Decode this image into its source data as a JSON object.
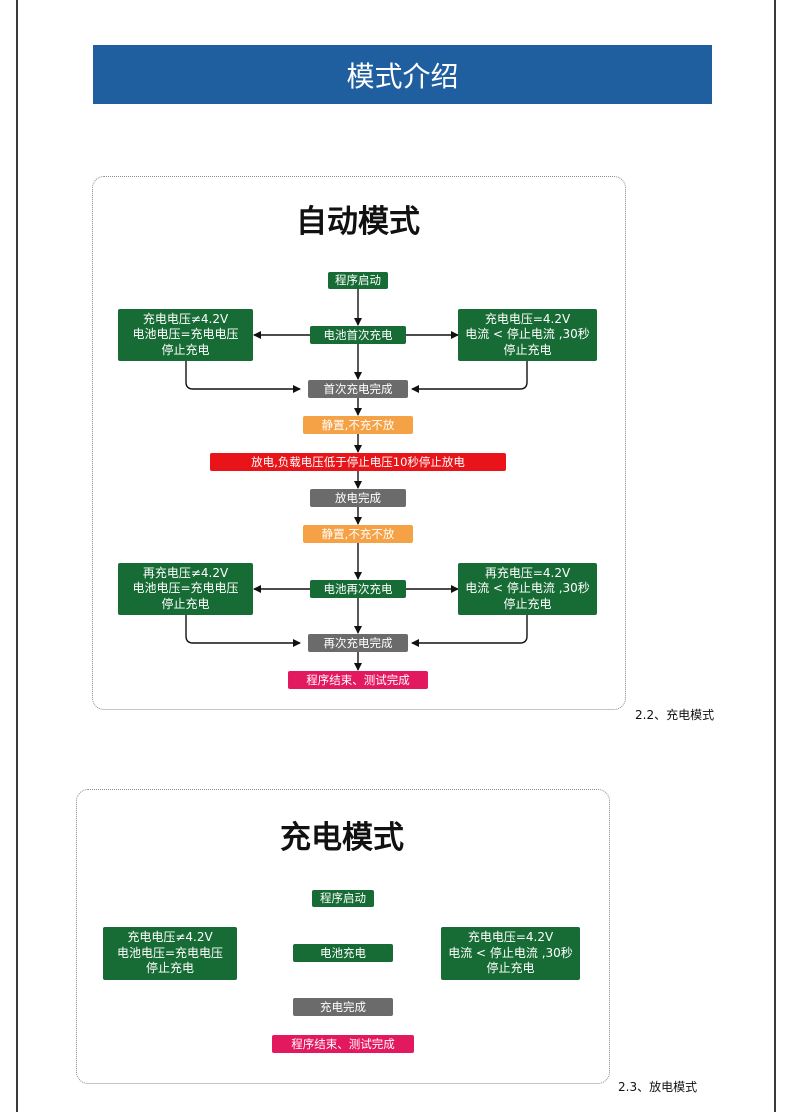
{
  "header": {
    "title": "模式介绍"
  },
  "auto_mode": {
    "title": "自动模式",
    "start": "程序启动",
    "first_charge": "电池首次充电",
    "first_left": "充电电压≠4.2V\n电池电压=充电电压\n停止充电",
    "first_right": "充电电压=4.2V\n电流 < 停止电流 ,30秒\n停止充电",
    "first_done": "首次充电完成",
    "rest1": "静置,不充不放",
    "discharge": "放电,负载电压低于停止电压10秒停止放电",
    "discharge_done": "放电完成",
    "rest2": "静置,不充不放",
    "second_charge": "电池再次充电",
    "second_left": "再充电压≠4.2V\n电池电压=充电电压\n停止充电",
    "second_right": "再充电压=4.2V\n电流 < 停止电流 ,30秒\n停止充电",
    "second_done": "再次充电完成",
    "end": "程序结束、测试完成",
    "caption": "2.2、充电模式"
  },
  "charge_mode": {
    "title": "充电模式",
    "start": "程序启动",
    "charge": "电池充电",
    "left": "充电电压≠4.2V\n电池电压=充电电压\n停止充电",
    "right": "充电电压=4.2V\n电流 < 停止电流 ,30秒\n停止充电",
    "done": "充电完成",
    "end": "程序结束、测试完成",
    "caption": "2.3、放电模式"
  },
  "colors": {
    "banner": "#1f5fa0",
    "process_green": "#176b34",
    "complete_gray": "#6b6b6b",
    "rest_orange": "#f5a247",
    "discharge_red": "#e8141a",
    "end_pink": "#e3195f"
  }
}
